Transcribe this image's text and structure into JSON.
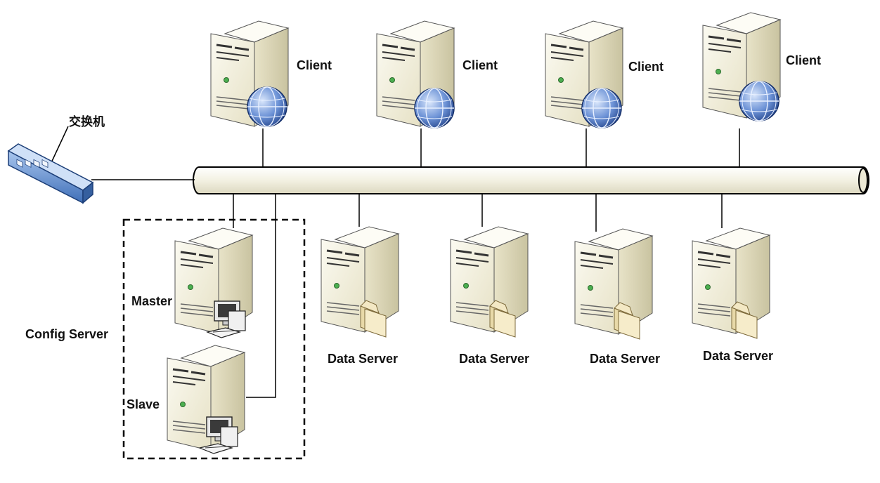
{
  "switch": {
    "label": "交换机",
    "icon": "network-switch-icon"
  },
  "clients": [
    {
      "label": "Client",
      "icon": "client-server-globe-icon"
    },
    {
      "label": "Client",
      "icon": "client-server-globe-icon"
    },
    {
      "label": "Client",
      "icon": "client-server-globe-icon"
    },
    {
      "label": "Client",
      "icon": "client-server-globe-icon"
    }
  ],
  "config_server": {
    "label": "Config Server",
    "master": {
      "label": "Master",
      "icon": "server-workstation-icon"
    },
    "slave": {
      "label": "Slave",
      "icon": "server-workstation-icon"
    }
  },
  "data_servers": [
    {
      "label": "Data Server",
      "icon": "server-folder-icon"
    },
    {
      "label": "Data Server",
      "icon": "server-folder-icon"
    },
    {
      "label": "Data Server",
      "icon": "server-folder-icon"
    },
    {
      "label": "Data Server",
      "icon": "server-folder-icon"
    }
  ],
  "bus": {
    "name": "network-bus-pipe"
  },
  "colors": {
    "server_body": "#f2efdc",
    "server_side": "#d9d4b4",
    "globe": "#2a57a8",
    "switch": "#6f9bd3",
    "pipe": "#f6f4e6",
    "line": "#000000"
  }
}
